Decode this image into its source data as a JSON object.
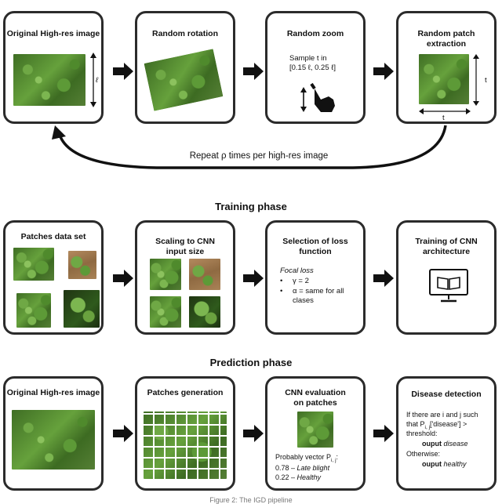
{
  "top_row": {
    "box1_title": "Original High-res image",
    "box1_dim": "ℓ",
    "box2_title": "Random rotation",
    "box3_title": "Random zoom",
    "box3_line1": "Sample t in",
    "box3_line2": "[0.15 ℓ, 0.25 ℓ]",
    "box4_title_line1": "Random patch",
    "box4_title_line2": "extraction",
    "box4_dim_v": "t",
    "box4_dim_h": "t",
    "repeat_label": "Repeat ρ times per high-res image"
  },
  "training": {
    "section_title": "Training phase",
    "box1_title": "Patches data set",
    "box2_title_line1": "Scaling to CNN",
    "box2_title_line2": "input size",
    "box3_title_line1": "Selection of loss",
    "box3_title_line2": "function",
    "box3_loss": "Focal loss",
    "box3_bullet1": "γ = 2",
    "box3_bullet2": "α = same for  all",
    "box3_bullet2b": "clases",
    "box4_title_line1": "Training of CNN",
    "box4_title_line2": "architecture"
  },
  "prediction": {
    "section_title": "Prediction phase",
    "box1_title": "Original High-res image",
    "box2_title": "Patches generation",
    "box3_title_line1": "CNN evaluation",
    "box3_title_line2": "on patches",
    "box3_vec": "Probably vector P",
    "box3_vec_sub": "i, j",
    "box3_line1_num": "0.78 – ",
    "box3_line1_label": "Late blight",
    "box3_line2_num": "0.22 – ",
    "box3_line2_label": "Healthy",
    "box4_title": "Disease detection",
    "box4_l1": "If there are i and j such",
    "box4_l2": "that P",
    "box4_l2_sub": "i, j",
    "box4_l2b": "['disease'] >",
    "box4_l3": "threshold:",
    "box4_l4a": "ouput ",
    "box4_l4b": "disease",
    "box4_l5": "Otherwise:",
    "box4_l6a": "ouput ",
    "box4_l6b": "healthy"
  },
  "caption": "Figure 2: The IGD pipeline"
}
